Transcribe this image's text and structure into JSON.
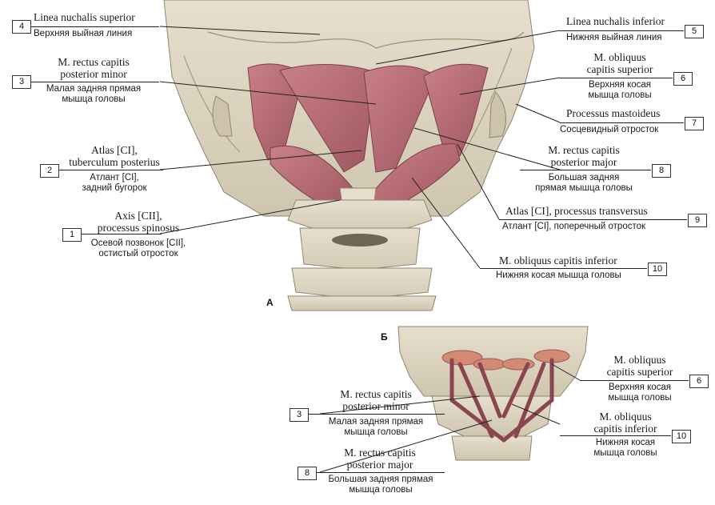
{
  "panels": {
    "a": "А",
    "b": "Б"
  },
  "colors": {
    "bone": "#ddd6c3",
    "bone_shadow": "#b8ae97",
    "muscle": "#b9727a",
    "muscle_dark": "#8a4650",
    "tendon": "#e8dccb"
  },
  "labels": [
    {
      "num": "4",
      "lat": "Linea nuchalis superior",
      "rus": "Верхняя выйная линия"
    },
    {
      "num": "3",
      "lat": "M. rectus capitis posterior minor",
      "rus": "Малая задняя прямая мышца головы"
    },
    {
      "num": "2",
      "lat": "Atlas [CI], tuberculum posterius",
      "rus": "Атлант [CI], задний бугорок"
    },
    {
      "num": "1",
      "lat": "Axis [CII], processus spinosus",
      "rus": "Осевой позвонок [CII], остистый отросток"
    },
    {
      "num": "5",
      "lat": "Linea nuchalis inferior",
      "rus": "Нижняя выйная линия"
    },
    {
      "num": "6",
      "lat": "M. obliquus capitis superior",
      "rus": "Верхняя косая мышца головы"
    },
    {
      "num": "7",
      "lat": "Processus mastoideus",
      "rus": "Сосцевидный отросток"
    },
    {
      "num": "8",
      "lat": "M. rectus capitis posterior major",
      "rus": "Большая задняя прямая мышца головы"
    },
    {
      "num": "9",
      "lat": "Atlas [CI], processus transversus",
      "rus": "Атлант [CI], поперечный отросток"
    },
    {
      "num": "10",
      "lat": "M. obliquus capitis inferior",
      "rus": "Нижняя косая мышца головы"
    }
  ],
  "text": {
    "l4a": "Linea nuchalis superior",
    "l4b": "Верхняя выйная линия",
    "l3a": "M. rectus capitis",
    "l3b": "posterior minor",
    "l3c": "Малая задняя прямая",
    "l3d": "мышца головы",
    "l2a": "Atlas [CI],",
    "l2b": "tuberculum posterius",
    "l2c": "Атлант [CI],",
    "l2d": "задний бугорок",
    "l1a": "Axis [CII],",
    "l1b": "processus spinosus",
    "l1c": "Осевой позвонок [CII],",
    "l1d": "остистый отросток",
    "l5a": "Linea nuchalis inferior",
    "l5b": "Нижняя выйная линия",
    "l6a": "M. obliquus",
    "l6b": "capitis superior",
    "l6c": "Верхняя косая",
    "l6d": "мышца головы",
    "l7a": "Processus mastoideus",
    "l7b": "Сосцевидный отросток",
    "l8a": "M. rectus capitis",
    "l8b": "posterior major",
    "l8c": "Большая задняя",
    "l8d": "прямая мышца головы",
    "l9a": "Atlas [CI], processus transversus",
    "l9b": "Атлант [CI], поперечный отросток",
    "l10a": "M. obliquus capitis inferior",
    "l10b": "Нижняя косая мышца головы",
    "b6a": "M. obliquus",
    "b6b": "capitis superior",
    "b6c": "Верхняя косая",
    "b6d": "мышца головы",
    "b10a": "M. obliquus",
    "b10b": "capitis inferior",
    "b10c": "Нижняя косая",
    "b10d": "мышца головы",
    "b3a": "M. rectus capitis",
    "b3b": "posterior minor",
    "b3c": "Малая задняя прямая",
    "b3d": "мышца головы",
    "b8a": "M. rectus capitis",
    "b8b": "posterior major",
    "b8c": "Большая задняя прямая",
    "b8d": "мышца головы"
  }
}
